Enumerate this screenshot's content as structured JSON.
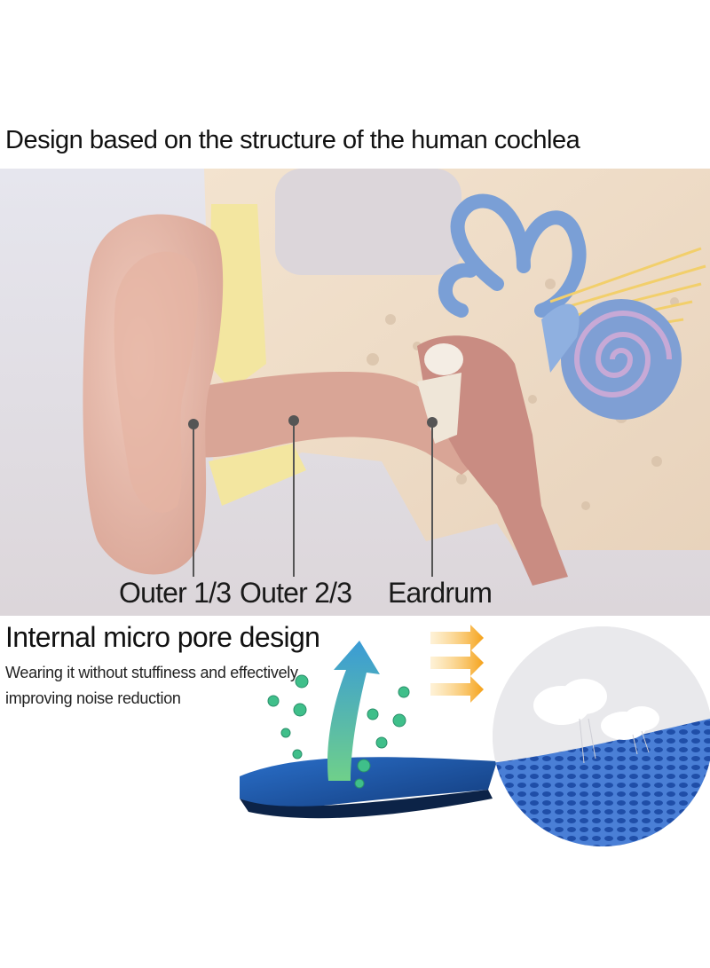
{
  "title": "Design based on the structure of the human cochlea",
  "ear_labels": {
    "outer_third": "Outer 1/3",
    "outer_two_thirds": "Outer 2/3",
    "eardrum": "Eardrum"
  },
  "section2": {
    "heading": "Internal micro pore design",
    "description_line1": "Wearing it without stuffiness and effectively",
    "description_line2": "improving noise reduction"
  },
  "colors": {
    "arrow_orange": "#f5a21a",
    "membrane_blue": "#1e5fb3",
    "bubble_green": "#3fbf8a",
    "skin": "#e8b8a8",
    "cochlea_blue": "#7a9fd6"
  }
}
